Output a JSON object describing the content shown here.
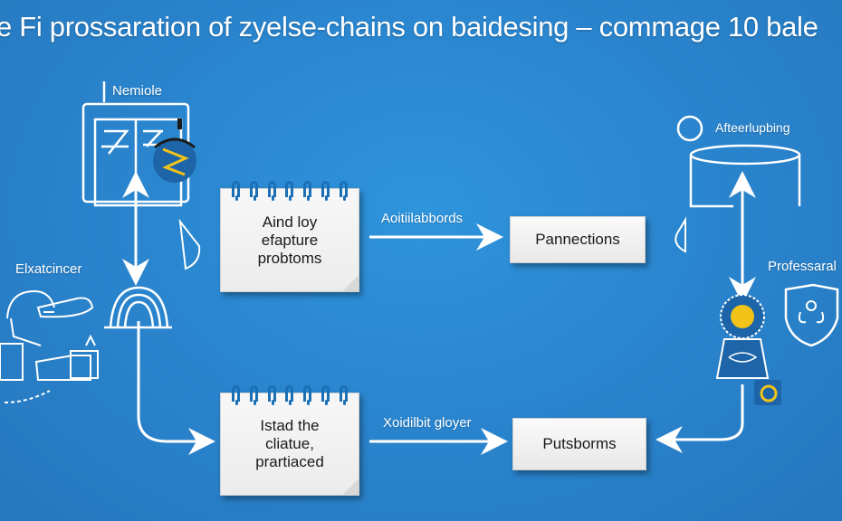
{
  "title": "e Fi prossaration of zyelse-chains on baidesing – commage 10 bale",
  "left": {
    "top_label": "Nemiole",
    "side_label": "Elxatcincer"
  },
  "steps": {
    "notepad_top": "Aind loy efapture probtoms",
    "notepad_bottom": "Istad the cliatue, prartiaced",
    "arrow_top_label": "Aoitiilabbords",
    "arrow_bottom_label": "Xoidilbit gloyer",
    "box_top": "Pannections",
    "box_bottom": "Putsborms"
  },
  "right": {
    "top_label": "Afteerlupbing",
    "side_label": "Professaral"
  },
  "colors": {
    "background": "#2a86cf",
    "line": "#ffffff",
    "ring": "#1b6fb6",
    "accent_yellow": "#f2c318"
  }
}
